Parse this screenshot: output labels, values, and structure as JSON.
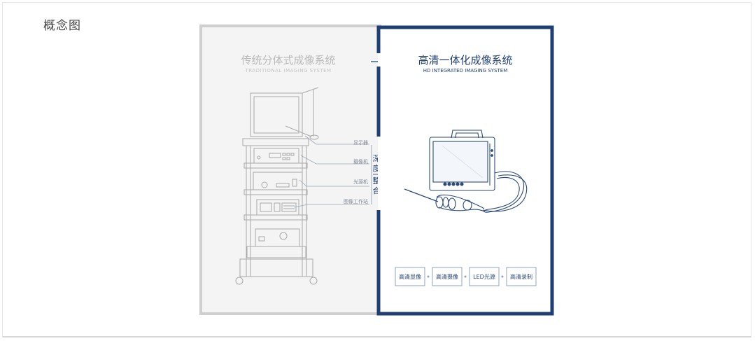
{
  "caption": "概念图",
  "left_panel": {
    "title": "传统分体式成像系统",
    "subtitle": "TRADITIONAL  IMAGING  SYSTEM",
    "labels": [
      "显示器",
      "摄像机",
      "光源机",
      "图像工作站"
    ]
  },
  "right_panel": {
    "title": "高清一体化成像系统",
    "subtitle": "HD INTEGRATED IMAGING SYSTEM",
    "features": [
      "高清显像",
      "高清摄像",
      "LED光源",
      "高清录制"
    ]
  },
  "side_text": [
    "深",
    "度",
    "整",
    "合"
  ],
  "colors": {
    "navy": "#1f3f73",
    "gray_frame": "#cfcfcf",
    "gray_text": "#b9b9b9"
  }
}
